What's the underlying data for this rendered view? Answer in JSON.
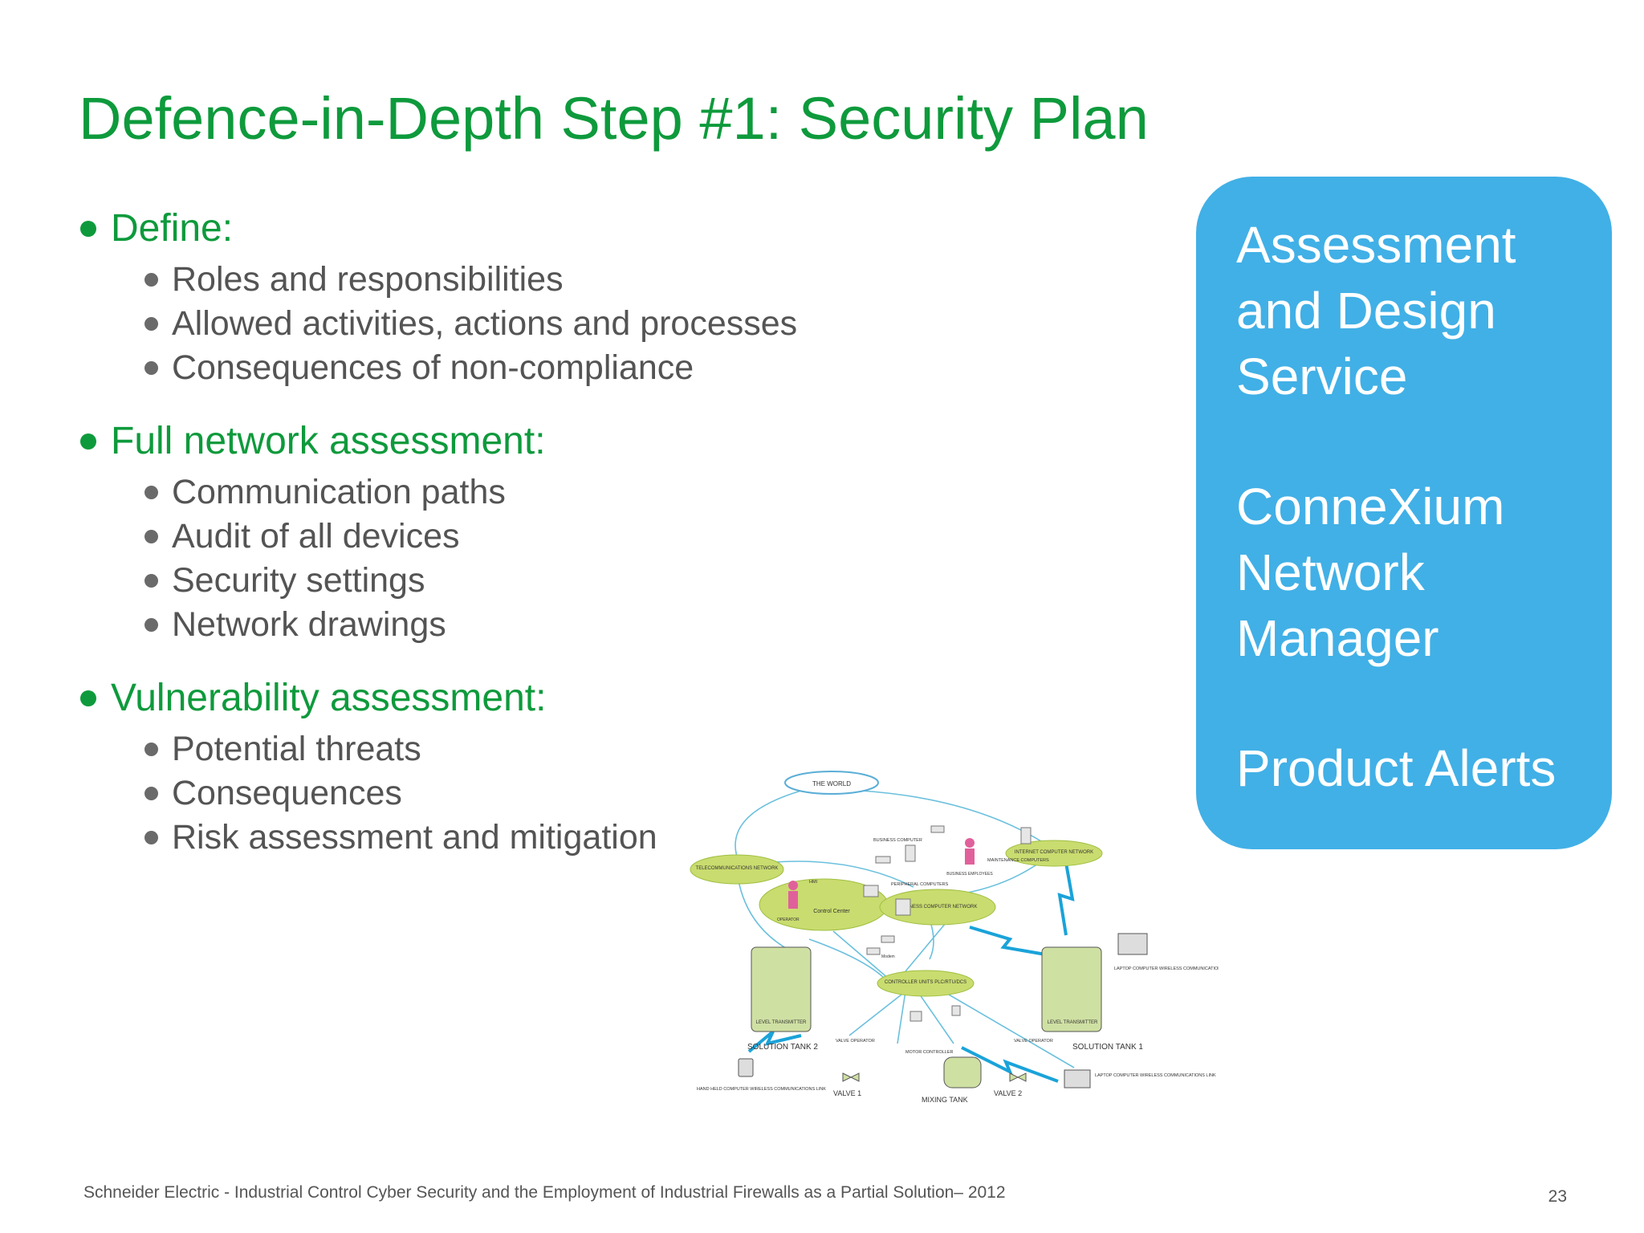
{
  "slide": {
    "title": "Defence-in-Depth Step #1: Security Plan",
    "page_number": "23",
    "footer": "Schneider Electric - Industrial Control Cyber Security and the Employment of Industrial Firewalls as a Partial Solution– 2012"
  },
  "sections": [
    {
      "heading": "Define:",
      "items": [
        "Roles and responsibilities",
        "Allowed activities, actions and processes",
        "Consequences of non-compliance"
      ]
    },
    {
      "heading": "Full network assessment:",
      "items": [
        "Communication paths",
        "Audit of all devices",
        "Security settings",
        "Network drawings"
      ]
    },
    {
      "heading": "Vulnerability assessment:",
      "items": [
        "Potential threats",
        "Consequences",
        "Risk assessment and mitigation"
      ]
    }
  ],
  "sidebar": {
    "items": [
      [
        "Assessment",
        "and Design",
        "Service"
      ],
      [
        "ConneXium",
        "Network",
        "Manager"
      ],
      [
        "Product Alerts"
      ]
    ]
  },
  "diagram": {
    "labels": {
      "world": "THE WORLD",
      "telecom": "TELECOMMUNICATIONS NETWORK",
      "control_center": "Control Center",
      "business_net": "BUSINESS COMPUTER NETWORK",
      "internet_net": "INTERNET COMPUTER NETWORK",
      "controller": "CONTROLLER UNITS PLC/RTU/DCS",
      "solution_tank_2": "SOLUTION TANK 2",
      "solution_tank_1": "SOLUTION TANK 1",
      "mixing_tank": "MIXING TANK",
      "valve_1": "VALVE 1",
      "valve_2": "VALVE 2",
      "level_transmitter": "LEVEL TRANSMITTER",
      "valve_operator": "VALVE OPERATOR",
      "motor_controller": "MOTOR CONTROLLER",
      "laptop_1": "LAPTOP COMPUTER WIRELESS COMMUNICATIONS LINK",
      "handheld": "HAND HELD COMPUTER WIRELESS COMMUNICATIONS LINK",
      "business_computer": "BUSINESS COMPUTER",
      "maintenance": "MAINTENANCE COMPUTERS",
      "peripheral": "PERIPHERAL COMPUTERS",
      "business_employees": "BUSINESS EMPLOYEES",
      "operator": "OPERATOR",
      "modem": "Modem",
      "hmi": "HMI"
    }
  }
}
